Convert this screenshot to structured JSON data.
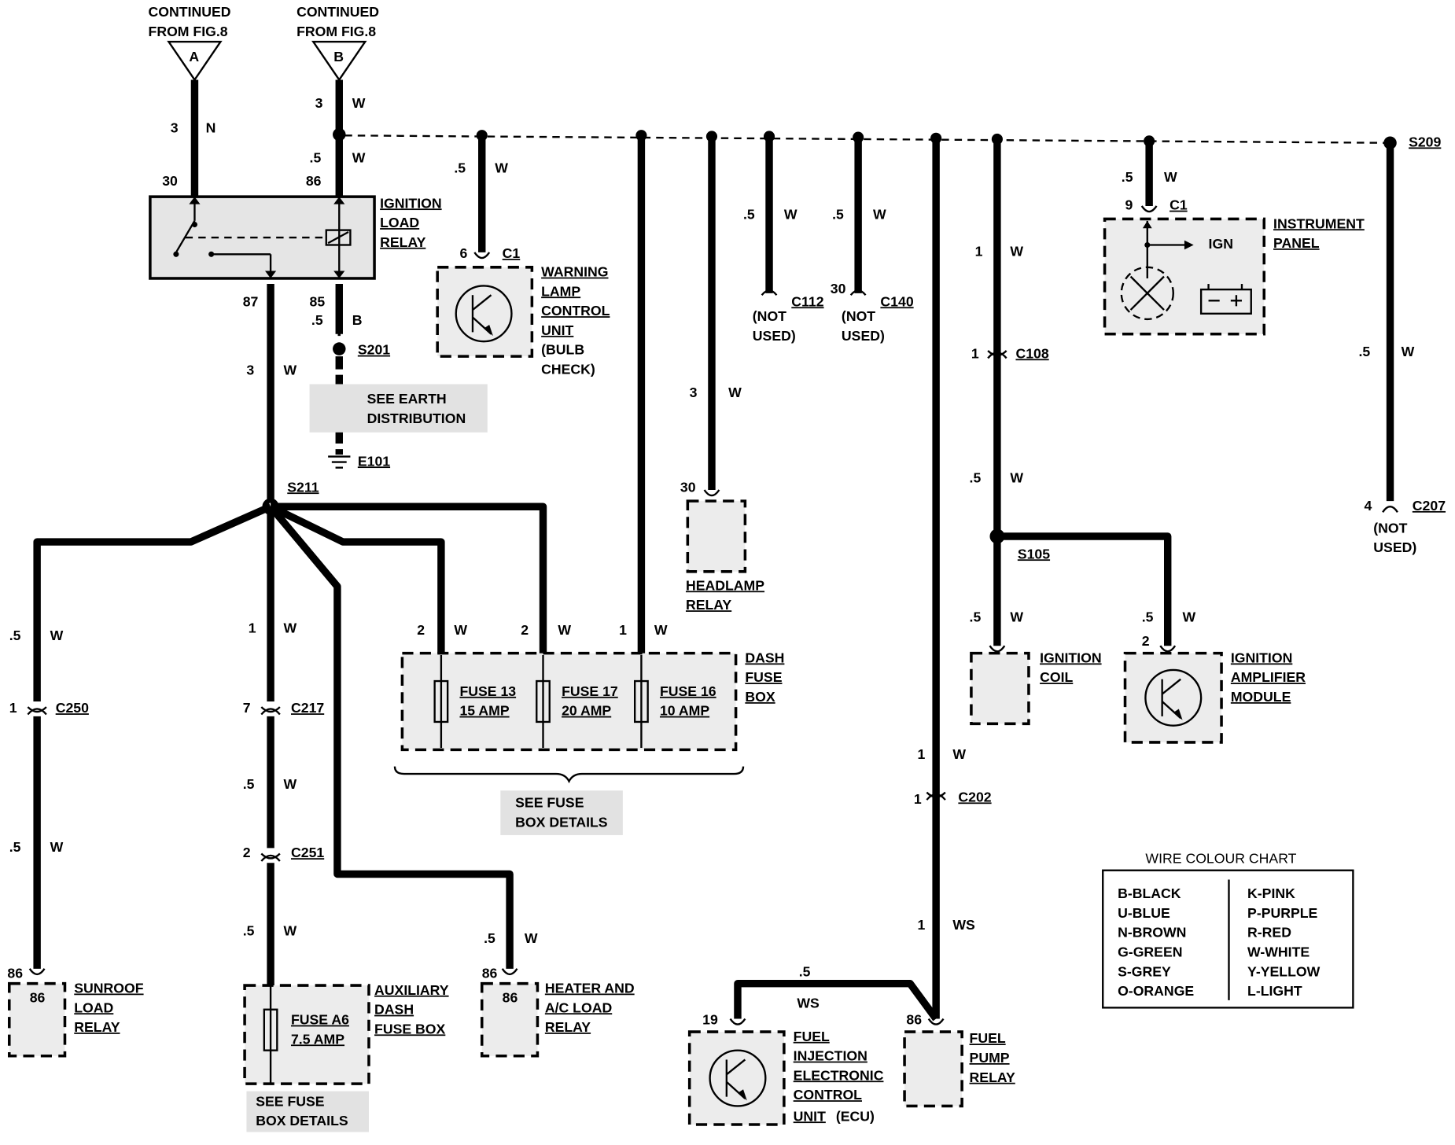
{
  "continued": {
    "a_label": "CONTINUED\nFROM FIG.8",
    "b_label": "CONTINUED\nFROM FIG.8",
    "a_letter": "A",
    "b_letter": "B"
  },
  "ignition_relay": {
    "name": "IGNITION\nLOAD\nRELAY",
    "pin30": "30",
    "pin86": "86",
    "pin87": "87",
    "pin85": "85"
  },
  "wires": {
    "a_size": "3",
    "a_color": "N",
    "b_size_top": "3",
    "b_color_top": "W",
    "b_size_86": ".5",
    "b_color_86": "W",
    "relay85_size": ".5",
    "relay85_color": "B",
    "relay87_size": "3",
    "relay87_color": "W",
    "warning_size": ".5",
    "warning_color": "W",
    "c112_size": ".5",
    "c112_color": "W",
    "c140_size": ".5",
    "c140_color": "W",
    "headlamp_size": "3",
    "headlamp_color": "W",
    "coil_upper_size": "1",
    "coil_upper_color": "W",
    "coil_mid_size": ".5",
    "coil_mid_color": "W",
    "coil_low_size": ".5",
    "coil_low_color": "W",
    "amp_size": ".5",
    "amp_color": "W",
    "ip_size": ".5",
    "ip_color": "W",
    "c207_size": ".5",
    "c207_color": "W",
    "sunroof_upper_size": ".5",
    "sunroof_upper_color": "W",
    "sunroof_lower_size": ".5",
    "sunroof_lower_color": "W",
    "aux_upper_size": "1",
    "aux_upper_color": "W",
    "aux_mid_size": ".5",
    "aux_mid_color": "W",
    "aux_low_size": ".5",
    "aux_low_color": "W",
    "heater_size": ".5",
    "heater_color": "W",
    "fuse13_size": "2",
    "fuse13_color": "W",
    "fuse17_size": "2",
    "fuse17_color": "W",
    "fuse16_size": "1",
    "fuse16_color": "W",
    "pump_upper_size": "1",
    "pump_upper_color": "W",
    "pump_lower_size": "1",
    "pump_lower_color": "WS",
    "ecu_size": ".5",
    "ecu_color": "WS"
  },
  "splices": {
    "s201": "S201",
    "s209": "S209",
    "s211": "S211",
    "s105": "S105"
  },
  "earth": {
    "note": "SEE EARTH\nDISTRIBUTION",
    "id": "E101"
  },
  "warning_lamp": {
    "name": "WARNING\nLAMP\nCONTROL\nUNIT",
    "extra": "(BULB\nCHECK)",
    "pin": "6",
    "connector": "C1"
  },
  "c112": {
    "pin": "",
    "connector": "C112",
    "note": "(NOT\nUSED)"
  },
  "c140": {
    "pin": "30",
    "connector": "C140",
    "note": "(NOT\nUSED)"
  },
  "headlamp_relay": {
    "name": "HEADLAMP\nRELAY",
    "pin": "30"
  },
  "c108": {
    "pin": "1",
    "connector": "C108"
  },
  "ignition_coil": {
    "name": "IGNITION\nCOIL"
  },
  "ignition_amp": {
    "name": "IGNITION\nAMPLIFIER\nMODULE",
    "pin": "2"
  },
  "instrument_panel": {
    "name": "INSTRUMENT\nPANEL",
    "pin": "9",
    "connector": "C1",
    "ign": "IGN"
  },
  "c207": {
    "pin": "4",
    "connector": "C207",
    "note": "(NOT\nUSED)"
  },
  "dash_fuse_box": {
    "name": "DASH\nFUSE\nBOX",
    "fuses": [
      {
        "label": "FUSE 13\n15 AMP"
      },
      {
        "label": "FUSE 17\n20 AMP"
      },
      {
        "label": "FUSE 16\n10 AMP"
      }
    ],
    "see_details": "SEE FUSE\nBOX DETAILS"
  },
  "c250": {
    "pin": "1",
    "connector": "C250"
  },
  "c217": {
    "pin": "7",
    "connector": "C217"
  },
  "c251": {
    "pin": "2",
    "connector": "C251"
  },
  "c202": {
    "pin": "1",
    "connector": "C202"
  },
  "sunroof_relay": {
    "name": "SUNROOF\nLOAD\nRELAY",
    "pin": "86",
    "inner": "86"
  },
  "aux_fuse_box": {
    "name": "AUXILIARY\nDASH\nFUSE BOX",
    "fuse": "FUSE A6\n7.5 AMP",
    "see_details": "SEE FUSE\nBOX DETAILS"
  },
  "heater_relay": {
    "name": "HEATER AND\nA/C LOAD\nRELAY",
    "pin": "86",
    "inner": "86"
  },
  "ecu": {
    "name": "FUEL\nINJECTION\nELECTRONIC\nCONTROL",
    "last_line": "UNIT",
    "last_extra": "(ECU)",
    "pin": "19"
  },
  "fuel_pump_relay": {
    "name": "FUEL\nPUMP\nRELAY",
    "pin": "86"
  },
  "color_chart": {
    "title": "WIRE COLOUR CHART",
    "left": [
      "B-BLACK",
      "U-BLUE",
      "N-BROWN",
      "G-GREEN",
      "S-GREY",
      "O-ORANGE"
    ],
    "right": [
      "K-PINK",
      "P-PURPLE",
      "R-RED",
      "W-WHITE",
      "Y-YELLOW",
      "L-LIGHT"
    ]
  }
}
